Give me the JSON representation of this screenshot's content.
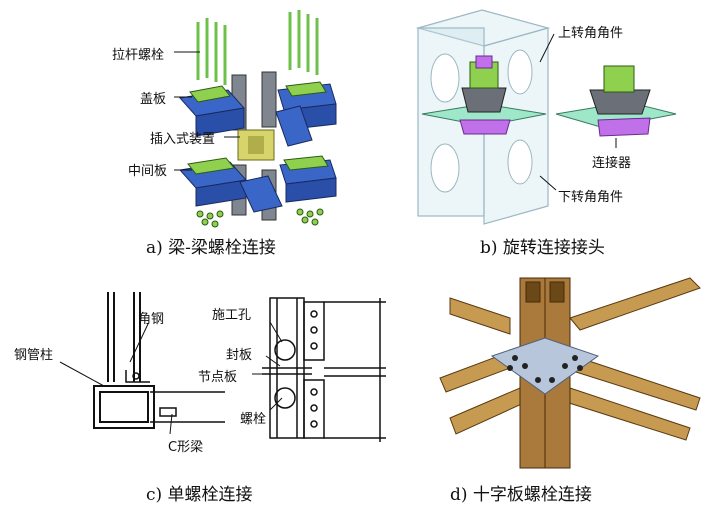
{
  "panel_a": {
    "labels": {
      "tie_rod_bolt": "拉杆螺栓",
      "cover_plate": "盖板",
      "plug_in_device": "插入式装置",
      "middle_plate": "中间板"
    },
    "caption": "a)  梁-梁螺栓连接"
  },
  "panel_b": {
    "labels": {
      "upper_corner_piece": "上转角角件",
      "connector": "连接器",
      "lower_corner_piece": "下转角角件"
    },
    "caption": "b)  旋转连接接头"
  },
  "panel_c": {
    "labels": {
      "angle_steel": "角钢",
      "steel_tube_column": "钢管柱",
      "c_beam": "C形梁",
      "construction_hole": "施工孔",
      "end_plate": "封板",
      "node_plate": "节点板",
      "bolt": "螺栓"
    },
    "caption": "c)  单螺栓连接"
  },
  "panel_d": {
    "caption": "d)  十字板螺栓连接"
  },
  "colors": {
    "green": "#8fd14f",
    "blue": "#3a66c8",
    "gray": "#7f8690",
    "yellow": "#d6d46a",
    "mint": "#9ee8c9",
    "purple": "#c070e8",
    "wood": "#c79a52",
    "steel_plate": "#b8c6dc"
  }
}
